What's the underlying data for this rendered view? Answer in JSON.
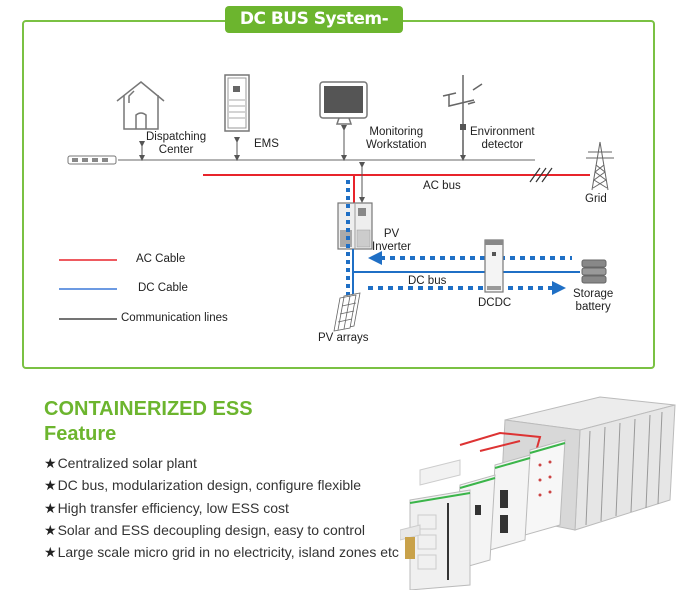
{
  "header": {
    "title": "DC BUS System-BESS"
  },
  "diagram": {
    "nodes": {
      "dispatching_center": "Dispatching\nCenter",
      "dispatching_line1": "Dispatching",
      "dispatching_line2": "Center",
      "ems": "EMS",
      "monitoring_line1": "Monitoring",
      "monitoring_line2": "Workstation",
      "environment_line1": "Environment",
      "environment_line2": "detector",
      "grid": "Grid",
      "ac_bus": "AC bus",
      "pv_line1": "PV",
      "pv_line2": "Inverter",
      "dc_bus": "DC bus",
      "dcdc": "DCDC",
      "storage_line1": "Storage",
      "storage_line2": "battery",
      "pv_arrays": "PV arrays"
    },
    "legend": [
      {
        "label": "AC Cable",
        "color": "#e8242b"
      },
      {
        "label": "DC Cable",
        "color": "#3c78d8"
      },
      {
        "label": "Communication lines",
        "color": "#222222"
      }
    ],
    "colors": {
      "ac": "#e8242b",
      "dc": "#1f6fc5",
      "comm": "#9a9a9a",
      "accent": "#6cb52e"
    }
  },
  "features": {
    "title": "CONTAINERIZED ESS",
    "subtitle": "Feature",
    "bullet_icon": "star-icon",
    "items": [
      "Centralized solar plant",
      "DC bus, modularization design, configure flexible",
      "High transfer efficiency, low ESS cost",
      "Solar and ESS decoupling design, easy to control",
      "Large scale micro grid in no electricity, island zones etc"
    ]
  }
}
